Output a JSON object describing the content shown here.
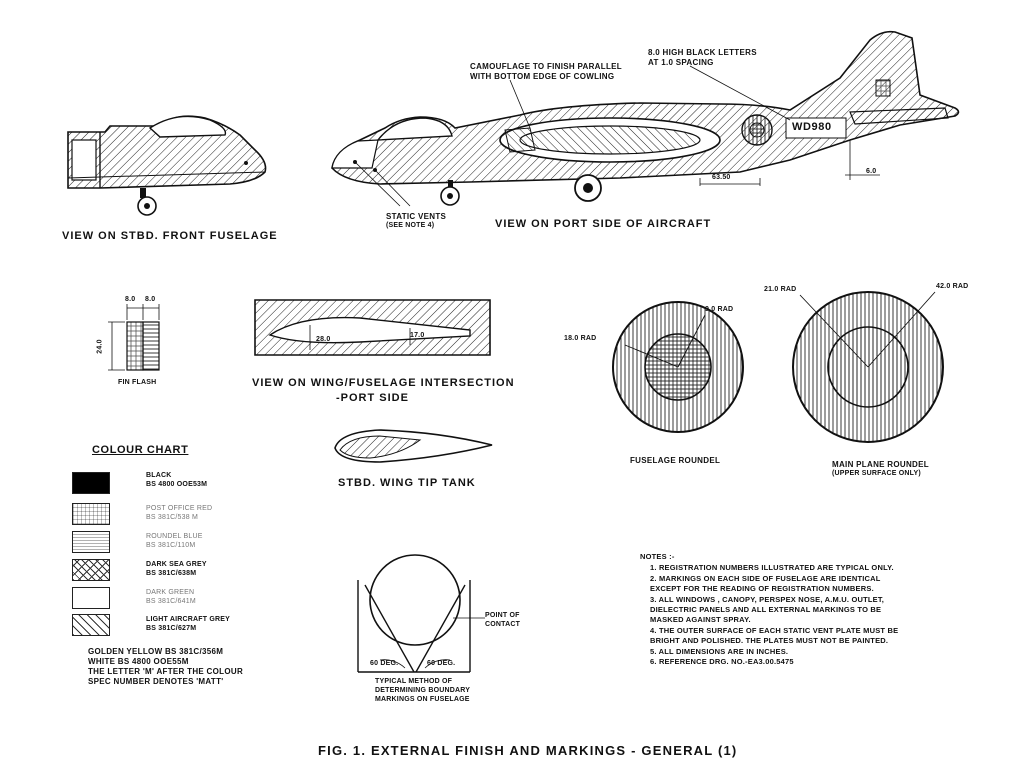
{
  "views": {
    "stbd_front": "VIEW ON STBD. FRONT FUSELAGE",
    "port_side": "VIEW ON PORT SIDE OF AIRCRAFT",
    "wing_fuselage_1": "VIEW ON WING/FUSELAGE INTERSECTION",
    "wing_fuselage_2": "-PORT SIDE",
    "wing_tip_tank": "STBD. WING TIP TANK",
    "fin_flash": "FIN FLASH"
  },
  "callouts": {
    "camouflage_1": "CAMOUFLAGE TO FINISH PARALLEL",
    "camouflage_2": "WITH BOTTOM EDGE OF COWLING",
    "letters_1": "8.0 HIGH BLACK LETTERS",
    "letters_2": "AT 1.0 SPACING",
    "registration": "WD980",
    "static_vents_1": "STATIC VENTS",
    "static_vents_2": "(SEE NOTE 4)",
    "dim_63": "63.50",
    "dim_6": "6.0"
  },
  "fin_flash_dims": {
    "w1": "8.0",
    "w2": "8.0",
    "h": "24.0"
  },
  "wing_dims": {
    "d1": "28.0",
    "d2": "17.0"
  },
  "roundels": {
    "fuselage": {
      "label": "FUSELAGE ROUNDEL",
      "r_outer": "18.0 RAD",
      "r_inner": "9.0 RAD"
    },
    "main_plane": {
      "label_1": "MAIN PLANE ROUNDEL",
      "label_2": "(UPPER SURFACE ONLY)",
      "r_inner": "21.0 RAD",
      "r_outer": "42.0 RAD"
    }
  },
  "colour_chart": {
    "title": "COLOUR CHART",
    "items": [
      {
        "name": "BLACK",
        "spec": "BS 4800 OOE53M",
        "pattern": "solid"
      },
      {
        "name": "POST OFFICE RED",
        "spec": "BS 381C/538 M",
        "pattern": "grid"
      },
      {
        "name": "ROUNDEL BLUE",
        "spec": "BS 381C/110M",
        "pattern": "horizontal"
      },
      {
        "name": "DARK SEA GREY",
        "spec": "BS 381C/638M",
        "pattern": "cross-diag"
      },
      {
        "name": "DARK GREEN",
        "spec": "BS 381C/641M",
        "pattern": "blank"
      },
      {
        "name": "LIGHT AIRCRAFT GREY",
        "spec": "BS 381C/627M",
        "pattern": "diag"
      }
    ],
    "footer_1": "GOLDEN YELLOW BS 381C/356M",
    "footer_2": "WHITE  BS 4800 OOE55M",
    "footer_3": "THE LETTER 'M' AFTER THE COLOUR",
    "footer_4": "SPEC NUMBER DENOTES 'MATT'"
  },
  "boundary": {
    "angle_left": "60 DEG.",
    "angle_right": "60 DEG.",
    "contact_1": "POINT OF",
    "contact_2": "CONTACT",
    "caption_1": "TYPICAL METHOD OF",
    "caption_2": "DETERMINING BOUNDARY",
    "caption_3": "MARKINGS ON FUSELAGE"
  },
  "notes": {
    "title": "NOTES :-",
    "lines": [
      "1.  REGISTRATION NUMBERS ILLUSTRATED ARE TYPICAL ONLY.",
      "2.  MARKINGS ON EACH SIDE OF FUSELAGE ARE IDENTICAL",
      "     EXCEPT FOR THE READING OF REGISTRATION NUMBERS.",
      "3.  ALL WINDOWS , CANOPY, PERSPEX NOSE, A.M.U. OUTLET,",
      "     DIELECTRIC PANELS AND ALL EXTERNAL MARKINGS TO BE",
      "     MASKED AGAINST SPRAY.",
      "4.  THE OUTER SURFACE OF EACH STATIC VENT PLATE MUST BE",
      "     BRIGHT AND POLISHED.  THE PLATES MUST NOT BE PAINTED.",
      "5.  ALL DIMENSIONS ARE IN INCHES.",
      "6.  REFERENCE  DRG.  NO.-EA3.00.5475"
    ]
  },
  "figure_title": "FIG. 1.  EXTERNAL  FINISH  AND  MARKINGS  -  GENERAL   (1)"
}
